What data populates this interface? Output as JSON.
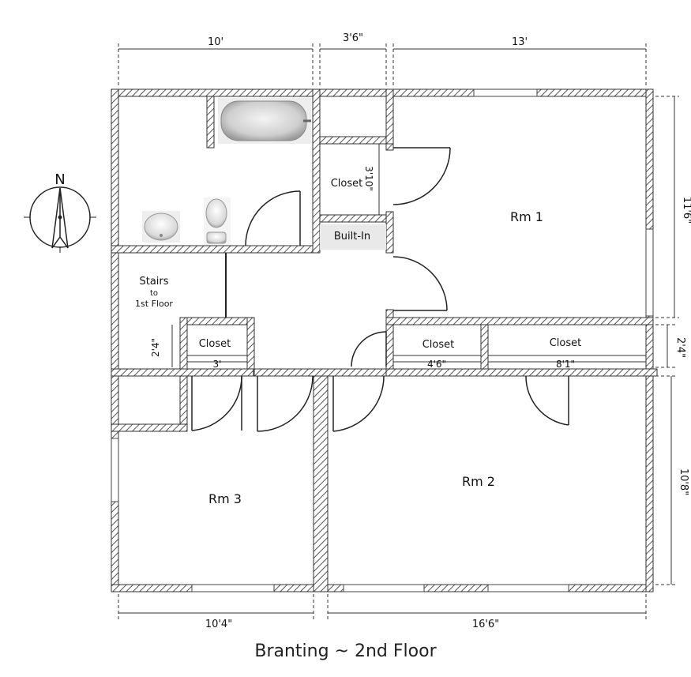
{
  "title": "Branting ~ 2nd Floor",
  "compass": {
    "north_label": "N"
  },
  "rooms": {
    "rm1": "Rm 1",
    "rm2": "Rm 2",
    "rm3": "Rm 3",
    "closet_bath": "Closet",
    "built_in": "Built-In",
    "stairs_line1": "Stairs",
    "stairs_line2": "to",
    "stairs_line3": "1st Floor",
    "closet_hall": "Closet",
    "closet_rm2_left": "Closet",
    "closet_rm2_right": "Closet"
  },
  "dimensions": {
    "top_left": "10'",
    "top_mid": "3'6\"",
    "top_right": "13'",
    "right_upper": "11'6\"",
    "right_mid": "2'4\"",
    "right_lower": "10'8\"",
    "bottom_left": "10'4\"",
    "bottom_right": "16'6\"",
    "closet_bath_depth": "3'10\"",
    "closet_hall_depth": "2'4\"",
    "closet_hall_width": "3'",
    "closet_rm2_left_width": "4'6\"",
    "closet_rm2_right_width": "8'1\""
  },
  "colors": {
    "wall_hatch": "#555555",
    "line": "#222222",
    "background": "#ffffff"
  }
}
